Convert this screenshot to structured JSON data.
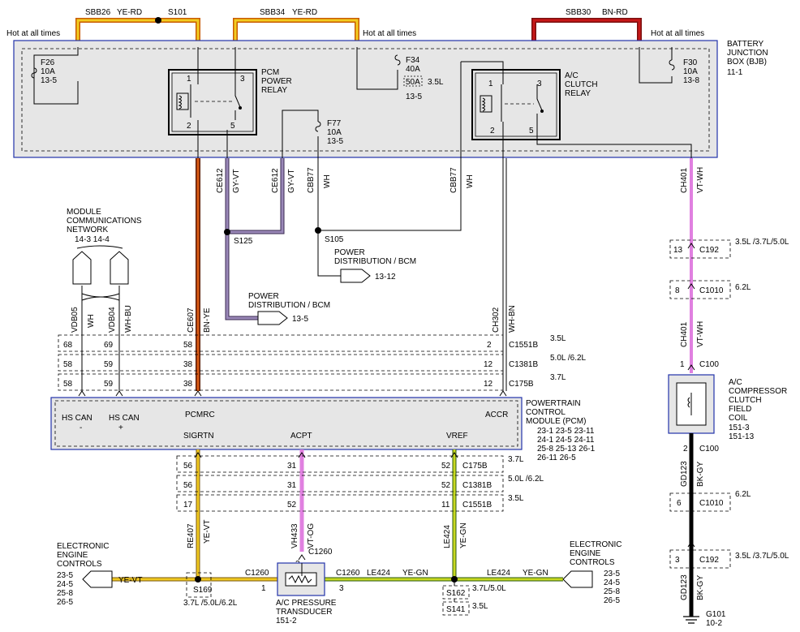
{
  "top": {
    "sbb26": "SBB26",
    "sbb26_color": "YE-RD",
    "s101": "S101",
    "sbb34": "SBB34",
    "sbb34_color": "YE-RD",
    "sbb30": "SBB30",
    "sbb30_color": "BN-RD",
    "hot1": "Hot at all times",
    "hot2": "Hot at all times",
    "hot3": "Hot at all times"
  },
  "bjb": {
    "label1": "BATTERY",
    "label2": "JUNCTION",
    "label3": "BOX (BJB)",
    "label4": "11-1",
    "f26": [
      "F26",
      "10A",
      "13-5"
    ],
    "f34": [
      "F34",
      "40A",
      "50A",
      "13-5"
    ],
    "f34_note": "3.5L",
    "f30": [
      "F30",
      "10A",
      "13-8"
    ],
    "f77": [
      "F77",
      "10A",
      "13-5"
    ],
    "pcm_relay": [
      "PCM",
      "POWER",
      "RELAY"
    ],
    "ac_relay": [
      "A/C",
      "CLUTCH",
      "RELAY"
    ],
    "pins": [
      "1",
      "3",
      "2",
      "5"
    ]
  },
  "wires": {
    "ce612a": "CE612",
    "gyvt_a": "GY-VT",
    "ce612b": "CE612",
    "gyvt_b": "GY-VT",
    "cbb77a": "CBB77",
    "wh_a": "WH",
    "cbb77b": "CBB77",
    "wh_b": "WH",
    "ch401": "CH401",
    "vtwh": "VT-WH",
    "vdb05": "VDB05",
    "wh_c": "WH",
    "vdb04": "VDB04",
    "whbu": "WH-BU",
    "ce607": "CE607",
    "bnye": "BN-YE",
    "ch302": "CH302",
    "whbn": "WH-BN",
    "re407": "RE407",
    "yevt": "YE-VT",
    "vh433": "VH433",
    "vtog": "VT-OG",
    "le424": "LE424",
    "yegn": "YE-GN",
    "gd123": "GD123",
    "bkgy": "BK-GY"
  },
  "splices": {
    "s125": "S125",
    "s105": "S105",
    "s169": "S169",
    "s162": "S162",
    "s141": "S141",
    "s169_note": "3.7L /5.0L/6.2L",
    "s162_note": "3.7L/5.0L",
    "s141_note": "3.5L"
  },
  "refs": {
    "mcn": [
      "MODULE",
      "COMMUNICATIONS",
      "NETWORK"
    ],
    "mcn_pages": "14-3     14-4",
    "pd1": [
      "POWER",
      "DISTRIBUTION / BCM"
    ],
    "pd1_page": "13-12",
    "pd2": [
      "POWER",
      "DISTRIBUTION / BCM"
    ],
    "pd2_page": "13-5",
    "eec_left": [
      "ELECTRONIC",
      "ENGINE",
      "CONTROLS"
    ],
    "eec_left_pages": [
      "23-5",
      "24-5",
      "25-8",
      "26-5"
    ],
    "eec_right": [
      "ELECTRONIC",
      "ENGINE",
      "CONTROLS"
    ],
    "eec_right_pages": [
      "23-5",
      "24-5",
      "25-8",
      "26-5"
    ]
  },
  "connectors": {
    "c1551b": "C1551B",
    "c1381b": "C1381B",
    "c175b": "C175B",
    "note_35": "3.5L",
    "note_5062": "5.0L /6.2L",
    "note_37": "3.7L",
    "rows_top": [
      {
        "pins": [
          "68",
          "69",
          "58",
          "2"
        ]
      },
      {
        "pins": [
          "58",
          "59",
          "38",
          "12"
        ]
      },
      {
        "pins": [
          "58",
          "59",
          "38",
          "12"
        ]
      }
    ],
    "rows_bot": [
      {
        "pins": [
          "56",
          "31",
          "52"
        ],
        "name": "C175B",
        "note": "3.7L"
      },
      {
        "pins": [
          "56",
          "31",
          "52"
        ],
        "name": "C1381B",
        "note": "5.0L /6.2L"
      },
      {
        "pins": [
          "17",
          "52",
          "11"
        ],
        "name": "C1551B",
        "note": "3.5L"
      }
    ],
    "c1260": "C1260",
    "c1260_pins": [
      "1",
      "2",
      "3"
    ]
  },
  "pcm": {
    "title": [
      "POWERTRAIN",
      "CONTROL",
      "MODULE (PCM)"
    ],
    "pages": [
      "23-1    23-5    23-11",
      "24-1    24-5    24-11",
      "25-8    25-13   26-1",
      "26-11   26-5"
    ],
    "hscan1": "HS CAN",
    "minus": "-",
    "hscan2": "HS CAN",
    "plus": "+",
    "pcmrc": "PCMRC",
    "accr": "ACCR",
    "sigrtn": "SIGRTN",
    "acpt": "ACPT",
    "vref": "VREF"
  },
  "right": {
    "c192a_pin": "13",
    "c192": "C192",
    "c192a_note": "3.5L /3.7L/5.0L",
    "c1010a_pin": "8",
    "c1010": "C1010",
    "c1010a_note": "6.2L",
    "c100a_pin": "1",
    "c100": "C100",
    "clutch": [
      "A/C",
      "COMPRESSOR",
      "CLUTCH",
      "FIELD",
      "COIL",
      "151-3",
      "151-13"
    ],
    "c100b_pin": "2",
    "c1010b_pin": "6",
    "c1010b_note": "6.2L",
    "c192b_pin": "3",
    "c192b_note": "3.5L /3.7L/5.0L",
    "g101": "G101",
    "g101_page": "10-2"
  },
  "transducer": {
    "label": [
      "A/C PRESSURE",
      "TRANSDUCER",
      "151-2"
    ]
  }
}
